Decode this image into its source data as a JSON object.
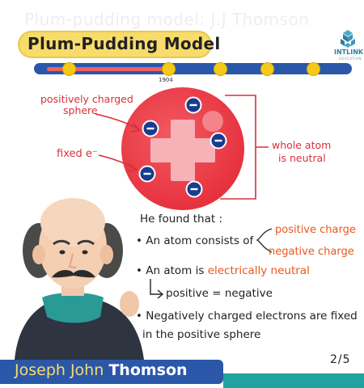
{
  "header": {
    "faded_title": "Plum-pudding model: J.J Thomson",
    "title": "Plum-Pudding Model"
  },
  "logo": {
    "name": "INTLINK",
    "sub": "EDUCATION"
  },
  "timeline": {
    "year_label": "1904",
    "progress": 0.4
  },
  "diagram": {
    "label_sphere_line1": "positively charged",
    "label_sphere_line2": "sphere",
    "label_fixed": "fixed e⁻",
    "label_neutral_line1": "whole atom",
    "label_neutral_line2": "is neutral",
    "electron_sign": "−"
  },
  "notes": {
    "found_that": "He found that :",
    "bullet1": "• An atom consists of",
    "positive_charge": "positive charge",
    "negative_charge": "negative charge",
    "bullet2_prefix": "• An atom is",
    "bullet2_highlight": "electrically neutral",
    "equation": "positive = negative",
    "bullet3_line1": "• Negatively charged electrons are fixed",
    "bullet3_line2": "in the positive sphere"
  },
  "footer": {
    "name_regular": "Joseph John",
    "name_bold": "Thomson",
    "page": "2/5"
  },
  "colors": {
    "accent_yellow": "#f7dc6b",
    "brand_blue": "#2b57a8",
    "sphere_red": "#ee3b47",
    "electron_blue": "#1a3c8f",
    "annotation_orange": "#e8571e",
    "teal": "#20a29e"
  }
}
